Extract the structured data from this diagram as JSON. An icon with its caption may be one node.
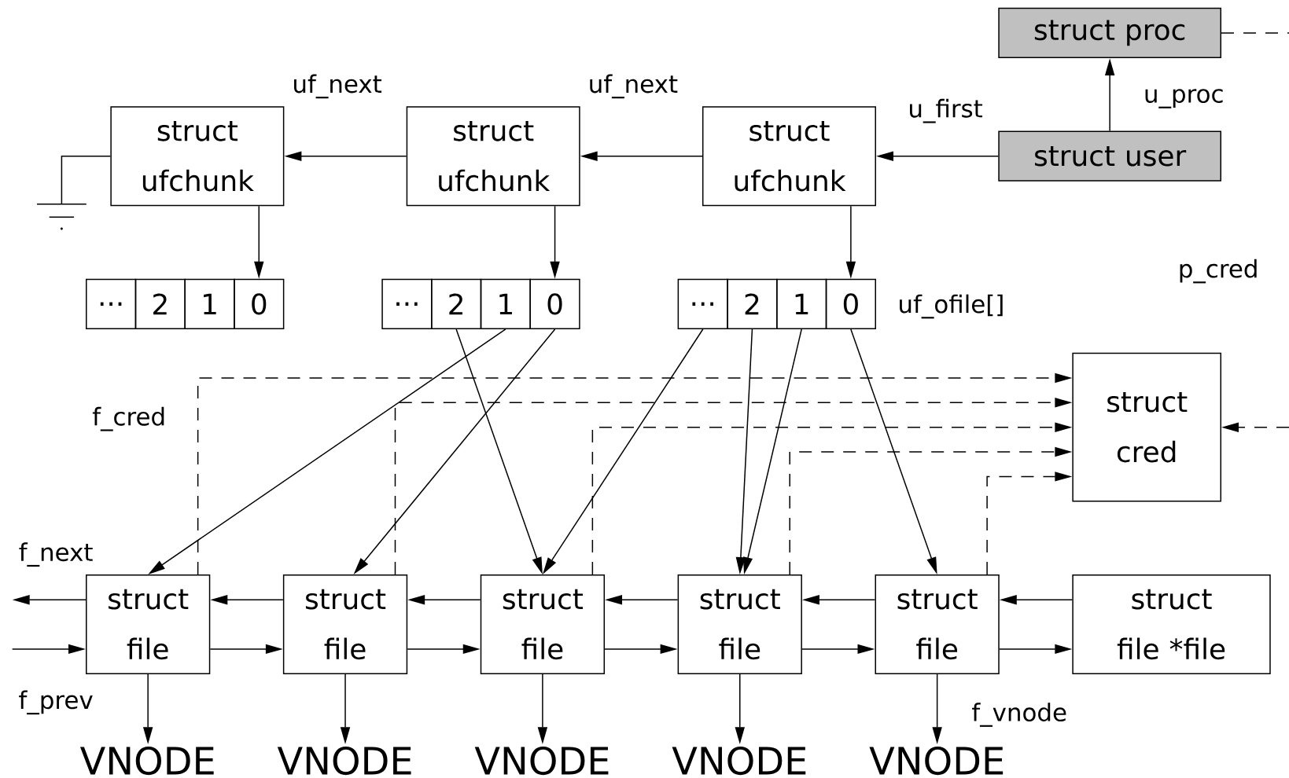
{
  "diagram": {
    "nodes": [
      {
        "text": [
          "struct proc"
        ]
      },
      {
        "text": [
          "struct user"
        ]
      },
      {
        "text": [
          "struct ufchunk"
        ]
      },
      {
        "text": [
          "struct ufchunk"
        ]
      },
      {
        "text": [
          "struct ufchunk"
        ]
      },
      {
        "text": [],
        "shape": "ground"
      },
      {
        "text": [
          "..."
        ]
      },
      {
        "text": [
          "2"
        ]
      },
      {
        "text": [
          "1"
        ]
      },
      {
        "text": [
          "0"
        ]
      },
      {
        "text": [
          "..."
        ]
      },
      {
        "text": [
          "2"
        ]
      },
      {
        "text": [
          "1"
        ]
      },
      {
        "text": [
          "0"
        ]
      },
      {
        "text": [
          "..."
        ]
      },
      {
        "text": [
          "2"
        ]
      },
      {
        "text": [
          "1"
        ]
      },
      {
        "text": [
          "0"
        ]
      },
      {
        "text": [
          "struct cred"
        ]
      },
      {
        "text": [
          "struct file"
        ]
      },
      {
        "text": [
          "struct file"
        ]
      },
      {
        "text": [
          "struct file"
        ]
      },
      {
        "text": [
          "struct file"
        ]
      },
      {
        "text": [
          "struct file"
        ]
      },
      {
        "text": [
          "struct file *file"
        ]
      },
      {
        "text": [
          "VNODE"
        ]
      },
      {
        "text": [
          "VNODE"
        ]
      },
      {
        "text": [
          "VNODE"
        ]
      },
      {
        "text": [
          "VNODE"
        ]
      },
      {
        "text": [
          "VNODE"
        ]
      }
    ],
    "edges": [
      {
        "from": 0,
        "to": null,
        "arrow": "none",
        "style": "dashed"
      },
      {
        "from": 1,
        "to": 0,
        "arrow": "to",
        "label": "u_proc"
      },
      {
        "from": 1,
        "to": 4,
        "arrow": "to",
        "label": "u_first"
      },
      {
        "from": 4,
        "to": 3,
        "arrow": "to",
        "label": "uf_next"
      },
      {
        "from": 3,
        "to": 2,
        "arrow": "to",
        "label": "uf_next"
      },
      {
        "from": 2,
        "to": 5,
        "arrow": "none"
      },
      {
        "from": 2,
        "to": 9,
        "arrow": "to"
      },
      {
        "from": 3,
        "to": 13,
        "arrow": "to"
      },
      {
        "from": 4,
        "to": 17,
        "arrow": "to"
      },
      {
        "from": 12,
        "to": 19,
        "arrow": "to"
      },
      {
        "from": 13,
        "to": 20,
        "arrow": "to"
      },
      {
        "from": 11,
        "to": 21,
        "arrow": "to"
      },
      {
        "from": 14,
        "to": 21,
        "arrow": "to"
      },
      {
        "from": 15,
        "to": 22,
        "arrow": "to"
      },
      {
        "from": 16,
        "to": 22,
        "arrow": "to"
      },
      {
        "from": 17,
        "to": 23,
        "arrow": "to"
      },
      {
        "from": null,
        "to": 18,
        "arrow": "to",
        "style": "dashed"
      },
      {
        "from": 19,
        "to": 18,
        "arrow": "to",
        "style": "dashed"
      },
      {
        "from": 20,
        "to": 18,
        "arrow": "to",
        "style": "dashed"
      },
      {
        "from": 21,
        "to": 18,
        "arrow": "to",
        "style": "dashed"
      },
      {
        "from": 22,
        "to": 18,
        "arrow": "to",
        "style": "dashed"
      },
      {
        "from": 23,
        "to": 18,
        "arrow": "to",
        "style": "dashed"
      },
      {
        "from": 19,
        "to": null,
        "arrow": "to",
        "label": "f_next"
      },
      {
        "from": null,
        "to": 19,
        "arrow": "to",
        "label": "f_prev"
      },
      {
        "from": 20,
        "to": 19,
        "arrow": "to"
      },
      {
        "from": 21,
        "to": 20,
        "arrow": "to"
      },
      {
        "from": 22,
        "to": 21,
        "arrow": "to"
      },
      {
        "from": 23,
        "to": 22,
        "arrow": "to"
      },
      {
        "from": 24,
        "to": 23,
        "arrow": "to"
      },
      {
        "from": 19,
        "to": 20,
        "arrow": "to"
      },
      {
        "from": 20,
        "to": 21,
        "arrow": "to"
      },
      {
        "from": 21,
        "to": 22,
        "arrow": "to"
      },
      {
        "from": 22,
        "to": 23,
        "arrow": "to"
      },
      {
        "from": 23,
        "to": 24,
        "arrow": "to"
      },
      {
        "from": 19,
        "to": 25,
        "arrow": "to"
      },
      {
        "from": 20,
        "to": 26,
        "arrow": "to"
      },
      {
        "from": 21,
        "to": 27,
        "arrow": "to"
      },
      {
        "from": 22,
        "to": 28,
        "arrow": "to"
      },
      {
        "from": 23,
        "to": 29,
        "arrow": "to",
        "label": "f_vnode"
      }
    ],
    "labels": [
      "p_cred",
      "uf_ofile[]",
      "f_cred"
    ]
  }
}
